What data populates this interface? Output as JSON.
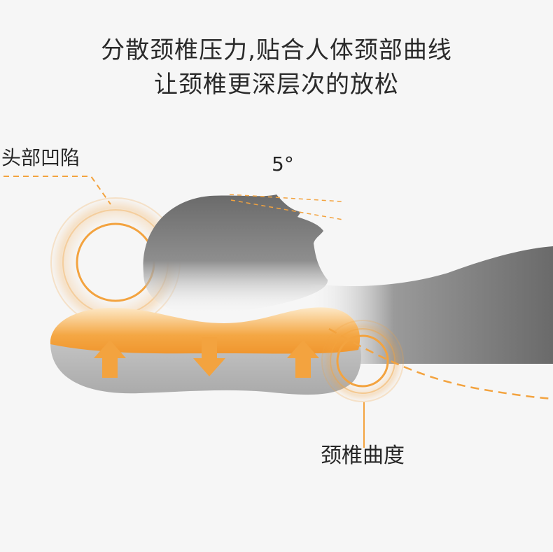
{
  "headline": {
    "line1": "分散颈椎压力,贴合人体颈部曲线",
    "line2": "让颈椎更深层次的放松"
  },
  "callouts": {
    "head_hollow": "头部凹陷",
    "angle": "5°",
    "neck_curve": "颈椎曲度"
  },
  "colors": {
    "accent_orange": "#f3a33f",
    "pillow_gray": "#bdbdbd",
    "figure_gray": "#6a6a6a",
    "background": "#f6f6f6"
  }
}
